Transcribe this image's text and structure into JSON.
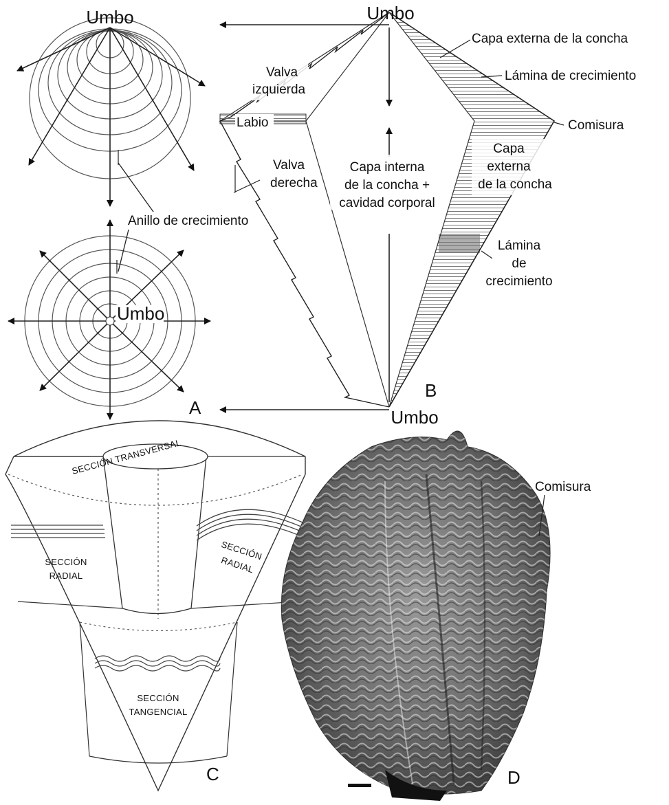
{
  "panel_a": {
    "umbo_top": "Umbo",
    "umbo_center": "Umbo",
    "growth_ring": "Anillo de crecimiento",
    "letter": "A"
  },
  "panel_b": {
    "umbo_top": "Umbo",
    "umbo_bottom": "Umbo",
    "outer_layer_top": "Capa externa de la concha",
    "growth_lamina_top": "Lámina de crecimiento",
    "left_valve": [
      "Valva",
      "izquierda"
    ],
    "lip": "Labio",
    "commissure": "Comisura",
    "right_valve": [
      "Valva",
      "derecha"
    ],
    "inner_layer": [
      "Capa interna",
      "de la concha +",
      "cavidad corporal"
    ],
    "outer_layer_right": [
      "Capa",
      "externa",
      "de la concha"
    ],
    "growth_lamina_right": [
      "Lámina",
      "de",
      "crecimiento"
    ],
    "letter": "B"
  },
  "panel_c": {
    "transverse": "SECCIÓN TRANSVERSAL",
    "radial_left": [
      "SECCIÓN",
      "RADIAL"
    ],
    "radial_right": [
      "SECCIÓN",
      "RADIAL"
    ],
    "tangential": [
      "SECCIÓN",
      "TANGENCIAL"
    ],
    "letter": "C"
  },
  "panel_d": {
    "commissure": "Comisura",
    "letter": "D"
  }
}
